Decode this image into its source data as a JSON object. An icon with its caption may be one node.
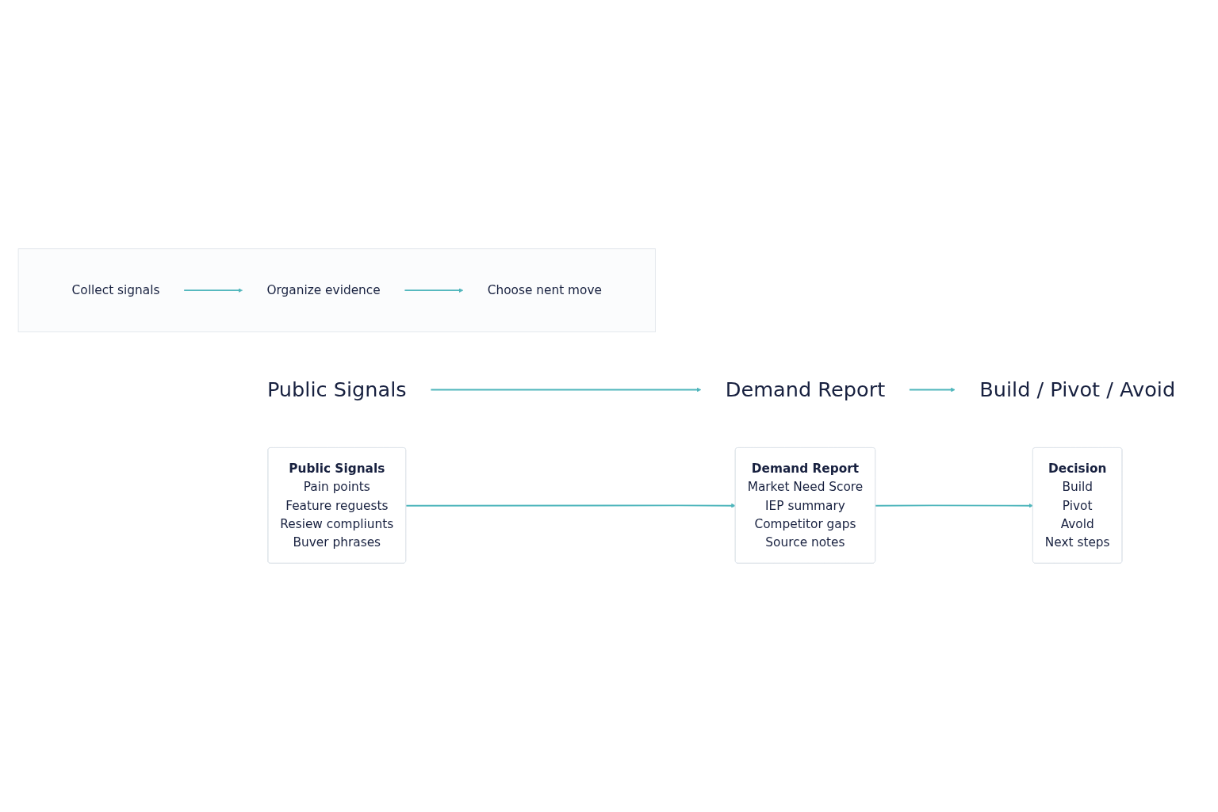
{
  "diagram": {
    "nodes": [
      {
        "text": [
          "Public Signals"
        ]
      },
      {
        "text": [
          "Demand Report"
        ]
      },
      {
        "text": [
          "Build / Pivot / Avoid"
        ]
      },
      {
        "text": [
          "Public Signals",
          "Pain points",
          "Feature reguests",
          "Resiew compliunts",
          "Buver phrases"
        ]
      },
      {
        "text": [
          "Demand Report",
          "Market Need Score",
          "IEP summary",
          "Competitor gaps",
          "Source notes"
        ]
      },
      {
        "text": [
          "Decision",
          "Build",
          "Pivot",
          "Avold",
          "Next steps"
        ]
      },
      {
        "text": [],
        "shape": "bar"
      },
      {
        "text": [
          "Collect signals"
        ],
        "in": 6
      },
      {
        "text": [
          "Organize evidence"
        ],
        "in": 6
      },
      {
        "text": [
          "Choose nent move"
        ],
        "in": 6
      }
    ],
    "edges": [
      {
        "from": 0,
        "to": 1,
        "arrow": "to"
      },
      {
        "from": 1,
        "to": 2,
        "arrow": "to"
      },
      {
        "from": 3,
        "to": 4,
        "arrow": "to"
      },
      {
        "from": 4,
        "to": 5,
        "arrow": "to"
      },
      {
        "from": 7,
        "to": 8,
        "arrow": "to"
      },
      {
        "from": 8,
        "to": 9,
        "arrow": "to"
      }
    ]
  }
}
